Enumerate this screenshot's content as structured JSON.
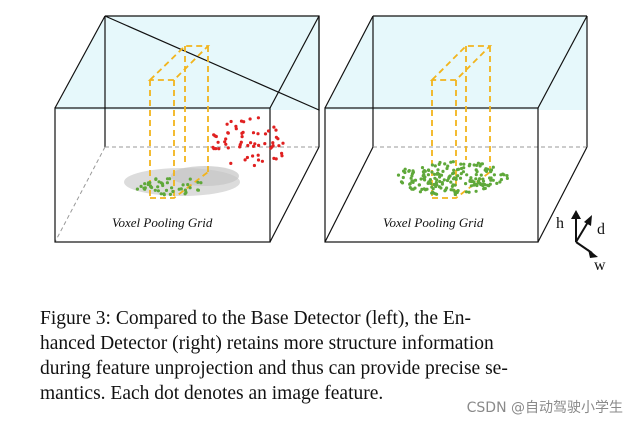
{
  "figure": {
    "left_panel": {
      "grid_label": "Voxel Pooling Grid"
    },
    "right_panel": {
      "grid_label": "Voxel Pooling Grid"
    },
    "axes": {
      "h": "h",
      "d": "d",
      "w": "w"
    }
  },
  "caption": {
    "line1": "Figure 3: Compared to the Base Detector (left), the En-",
    "line2": "hanced Detector (right) retains more structure information",
    "line3": "during feature unprojection and thus can provide precise se-",
    "line4": "mantics. Each dot denotes an image feature."
  },
  "watermark": "CSDN @自动驾驶小学生",
  "colors": {
    "panel_fill": "#e6f8fb",
    "frustum_outline": "#f2b41c",
    "feature_dot_green": "#5fa83a",
    "feature_dot_red": "#e02020"
  }
}
